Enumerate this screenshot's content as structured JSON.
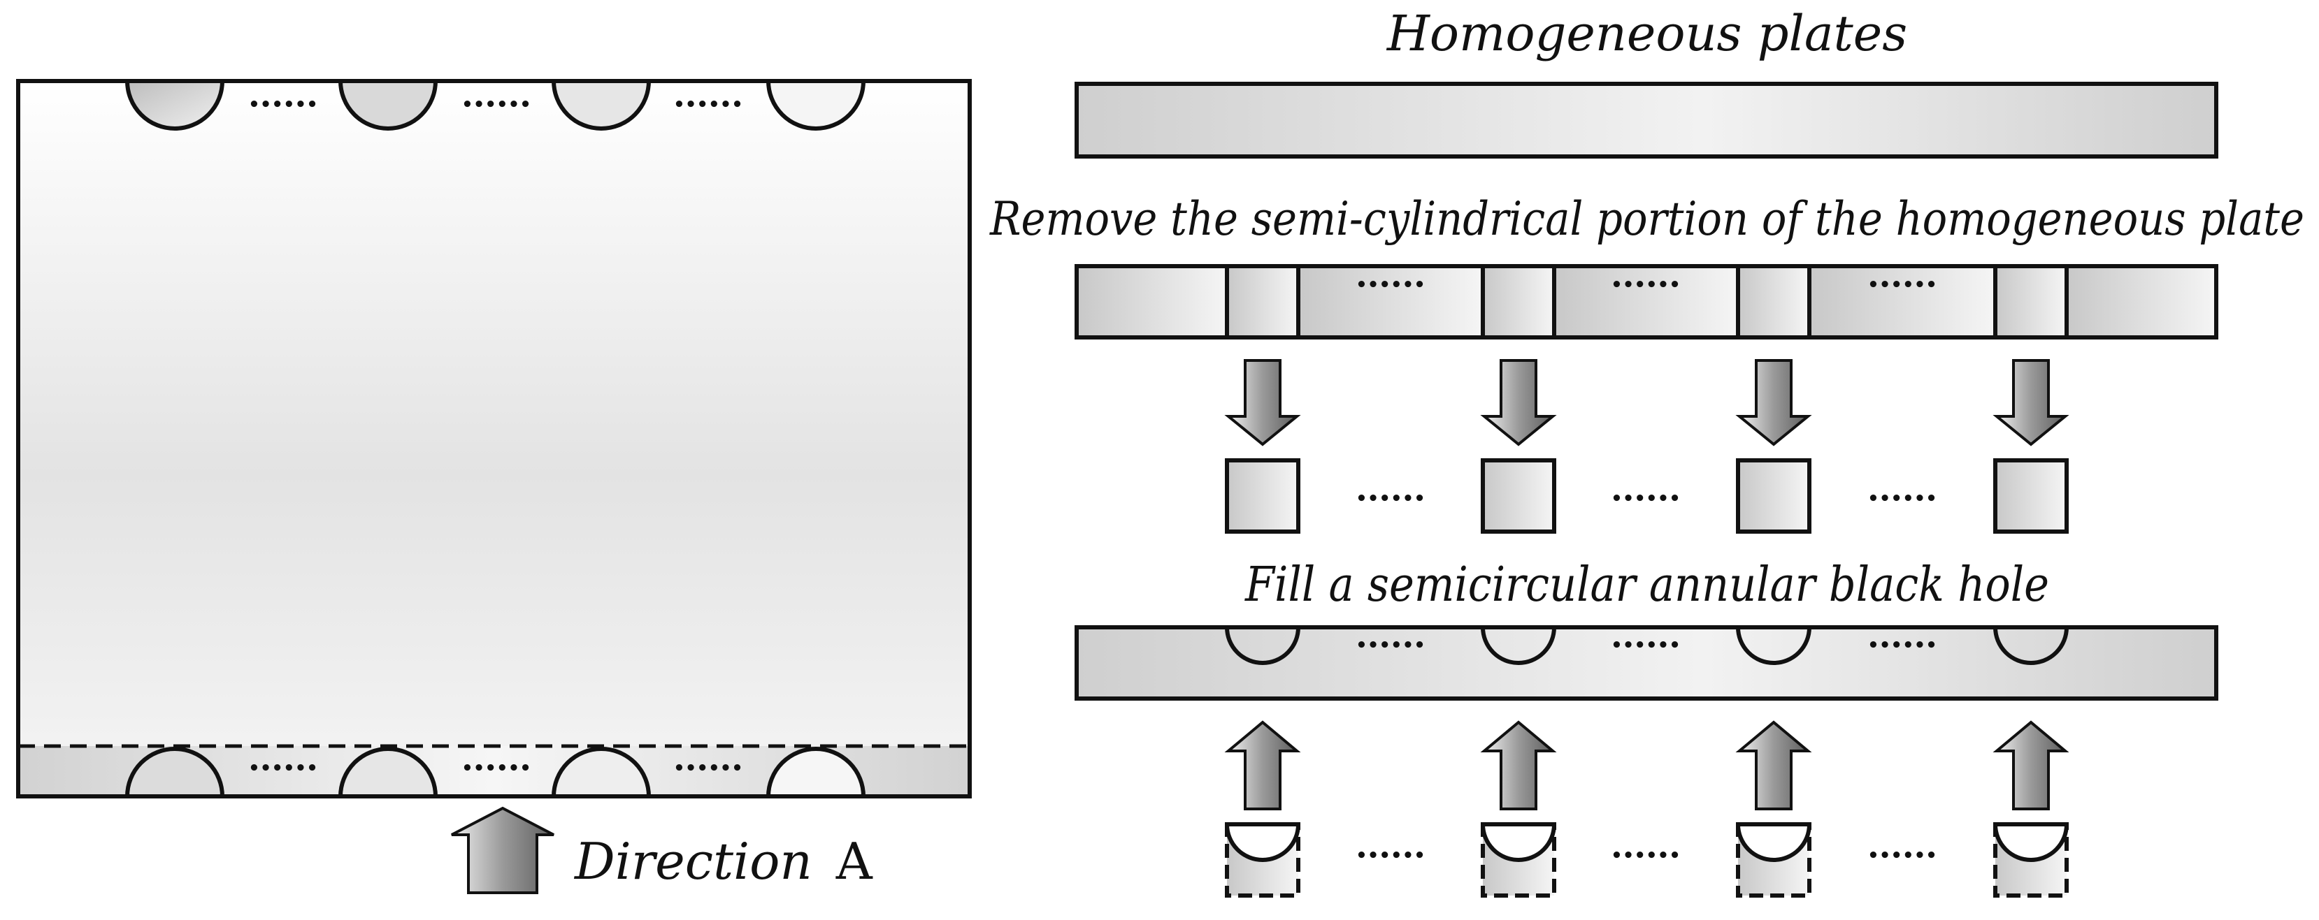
{
  "labels": {
    "homogeneous": "Homogeneous plates",
    "remove": "Remove the semi-cylindrical portion of the homogeneous plate",
    "fill": "Fill a semicircular annular black hole",
    "direction_word": "Direction",
    "direction_letter": "A"
  },
  "ellipsis": "••••••",
  "colors": {
    "stroke": "#111111",
    "fill_light": "#f4f4f4",
    "fill_dark": "#c9c9c9",
    "arrow_dark": "#6e6e6e",
    "arrow_light": "#eeeeee"
  },
  "icons": {
    "down_arrow": "down-arrow-icon",
    "up_arrow": "up-arrow-icon"
  }
}
